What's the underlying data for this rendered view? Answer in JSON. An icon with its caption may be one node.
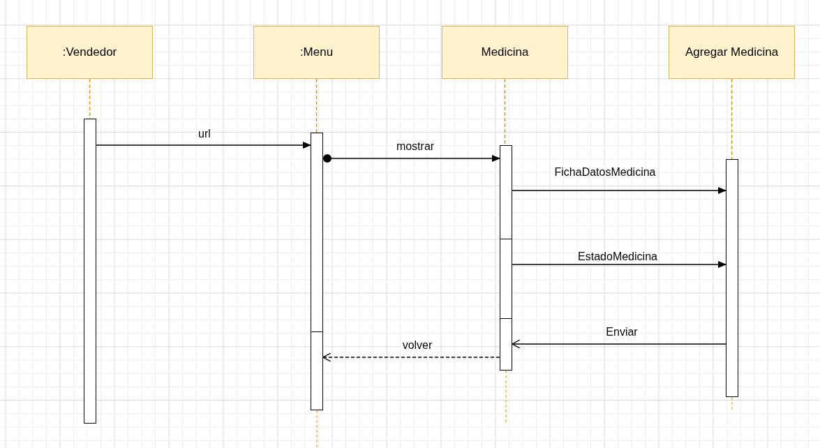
{
  "diagram": {
    "nodes": [
      {
        "text": [
          ":Vendedor"
        ]
      },
      {
        "text": [
          ":Menu"
        ]
      },
      {
        "text": [
          "Medicina"
        ]
      },
      {
        "text": [
          "Agregar Medicina"
        ]
      },
      {
        "text": [],
        "shape": "bar"
      },
      {
        "text": [],
        "shape": "bar"
      },
      {
        "text": [],
        "shape": "bar"
      },
      {
        "text": [],
        "shape": "bar"
      }
    ],
    "edges": [
      {
        "from": 4,
        "to": 5,
        "arrow": "to",
        "label": "url"
      },
      {
        "from": 5,
        "to": 6,
        "arrow": "to",
        "label": "mostrar"
      },
      {
        "from": 6,
        "to": 7,
        "arrow": "to",
        "label": "FichaDatosMedicina"
      },
      {
        "from": 6,
        "to": 7,
        "arrow": "to",
        "label": "EstadoMedicina"
      },
      {
        "from": 7,
        "to": 6,
        "arrow": "to",
        "label": "Enviar"
      },
      {
        "from": 6,
        "to": 5,
        "arrow": "to",
        "label": "volver",
        "style": "dashed"
      },
      {
        "from": 0,
        "to": 4,
        "arrow": "none",
        "style": "dashed",
        "color": "#d79b00"
      },
      {
        "from": 1,
        "to": 5,
        "arrow": "none",
        "style": "dashed",
        "color": "#d79b00"
      },
      {
        "from": 2,
        "to": 6,
        "arrow": "none",
        "style": "dashed",
        "color": "#d79b00"
      },
      {
        "from": 3,
        "to": 7,
        "arrow": "none",
        "style": "dashed",
        "color": "#d79b00"
      }
    ]
  }
}
